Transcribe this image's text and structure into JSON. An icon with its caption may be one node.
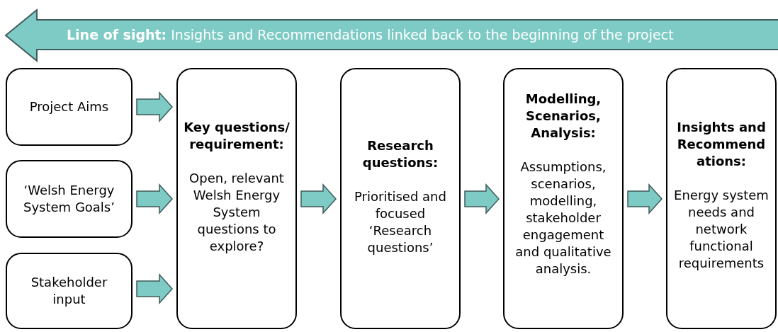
{
  "diagram": {
    "nodes": [
      {
        "text": [
          "**Line of sight:** Insights and Recommendations linked back to the beginning of the project"
        ]
      },
      {
        "text": [
          "Project Aims"
        ]
      },
      {
        "text": [
          "‘Welsh Energy System Goals’"
        ]
      },
      {
        "text": [
          "Stakeholder input"
        ]
      },
      {
        "text": [
          "Key questions/ requirement:",
          "Open, relevant Welsh Energy System questions to explore?"
        ]
      },
      {
        "text": [
          "Research questions:",
          "Prioritised and focused ‘Research questions’"
        ]
      },
      {
        "text": [
          "Modelling, Scenarios, Analysis:",
          "Assumptions, scenarios, modelling, stakeholder engagement and qualitative analysis."
        ]
      },
      {
        "text": [
          "Insights and Recommendations:",
          "Energy system needs and network functional requirements"
        ]
      }
    ],
    "edges": [
      {
        "from": 1,
        "to": 4,
        "arrow": "to"
      },
      {
        "from": 2,
        "to": 4,
        "arrow": "to"
      },
      {
        "from": 3,
        "to": 4,
        "arrow": "to"
      },
      {
        "from": 4,
        "to": 5,
        "arrow": "to"
      },
      {
        "from": 5,
        "to": 6,
        "arrow": "to"
      },
      {
        "from": 6,
        "to": 7,
        "arrow": "to"
      }
    ]
  }
}
